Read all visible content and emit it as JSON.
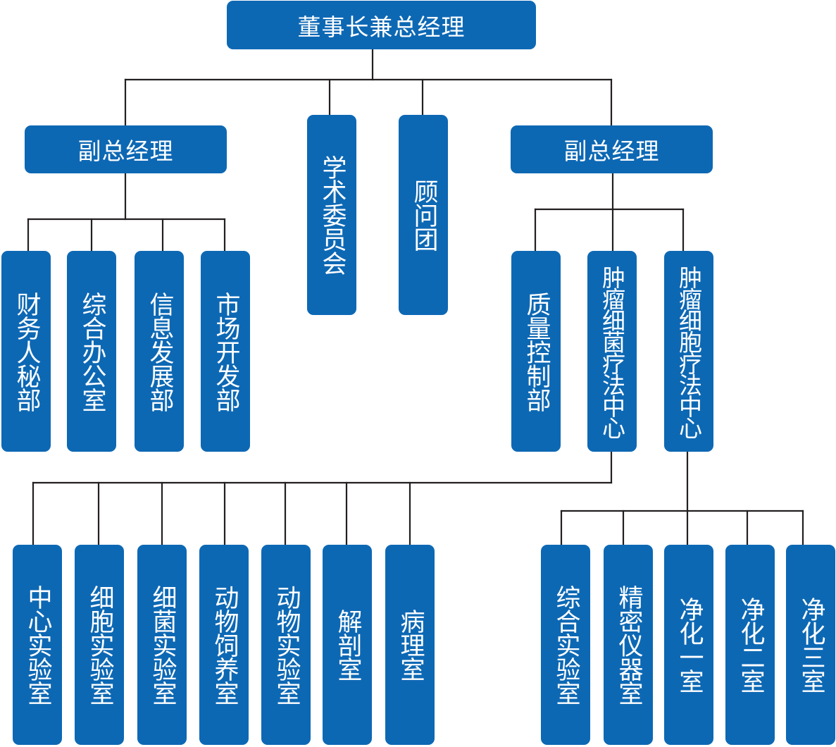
{
  "diagram": {
    "top": "董事长兼总经理",
    "vp_left": "副总经理",
    "vp_right": "副总经理",
    "academic": "学术委员会",
    "advisory": "顾问团",
    "left_depts": [
      "财务人秘部",
      "综合办公室",
      "信息发展部",
      "市场开发部"
    ],
    "right_depts": [
      "质量控制部",
      "肿瘤细菌疗法中心",
      "肿瘤细胞疗法中心"
    ],
    "bacteria_labs": [
      "中心实验室",
      "细胞实验室",
      "细菌实验室",
      "动物饲养室",
      "动物实验室",
      "解剖室",
      "病理室"
    ],
    "cell_labs": [
      "综合实验室",
      "精密仪器室",
      "净化一室",
      "净化二室",
      "净化三室"
    ]
  }
}
